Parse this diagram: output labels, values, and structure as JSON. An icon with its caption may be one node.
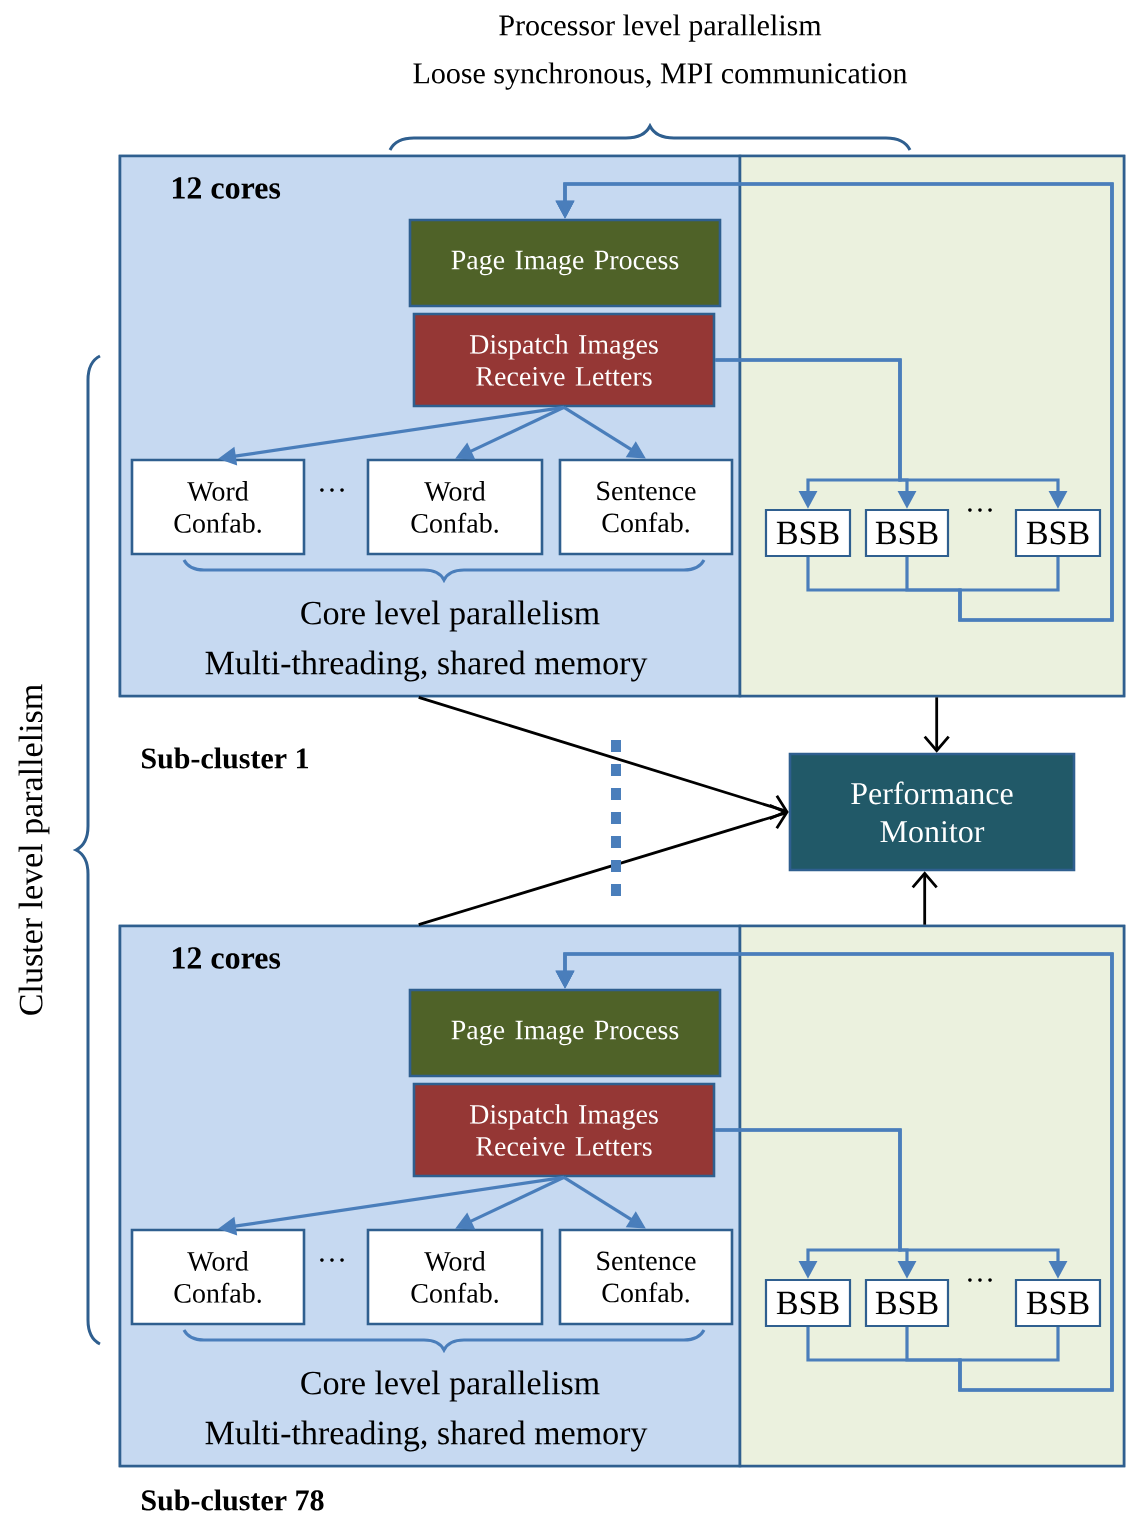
{
  "diagram": {
    "nodes": [
      {
        "text": [
          "Sub-cluster 1"
        ]
      },
      {
        "text": [
          "12 cores"
        ],
        "in": 0
      },
      {
        "text": [],
        "shape": "box",
        "in": 0
      },
      {
        "text": [
          "Page Image Process"
        ],
        "in": 1
      },
      {
        "text": [
          "Dispatch Images Receive Letters"
        ],
        "in": 1
      },
      {
        "text": [
          "Word Confab."
        ],
        "in": 1
      },
      {
        "text": [
          "Word Confab."
        ],
        "in": 1
      },
      {
        "text": [
          "Sentence Confab."
        ],
        "in": 1
      },
      {
        "text": [
          "BSB"
        ],
        "in": 2
      },
      {
        "text": [
          "BSB"
        ],
        "in": 2
      },
      {
        "text": [
          "BSB"
        ],
        "in": 2
      },
      {
        "text": [
          "Performance Monitor"
        ]
      },
      {
        "text": [
          "Sub-cluster 78"
        ]
      },
      {
        "text": [
          "12 cores"
        ],
        "in": 12
      },
      {
        "text": [],
        "shape": "box",
        "in": 12
      },
      {
        "text": [
          "Page Image Process"
        ],
        "in": 13
      },
      {
        "text": [
          "Dispatch Images Receive Letters"
        ],
        "in": 13
      },
      {
        "text": [
          "Word Confab."
        ],
        "in": 13
      },
      {
        "text": [
          "Word Confab."
        ],
        "in": 13
      },
      {
        "text": [
          "Sentence Confab."
        ],
        "in": 13
      },
      {
        "text": [
          "BSB"
        ],
        "in": 14
      },
      {
        "text": [
          "BSB"
        ],
        "in": 14
      },
      {
        "text": [
          "BSB"
        ],
        "in": 14
      }
    ],
    "edges": [
      {
        "from": 4,
        "to": 5,
        "arrow": "to"
      },
      {
        "from": 4,
        "to": 6,
        "arrow": "to"
      },
      {
        "from": 4,
        "to": 7,
        "arrow": "to"
      },
      {
        "from": 4,
        "to": 8,
        "arrow": "to"
      },
      {
        "from": 4,
        "to": 9,
        "arrow": "to"
      },
      {
        "from": 4,
        "to": 10,
        "arrow": "to"
      },
      {
        "from": 8,
        "to": 3,
        "arrow": "to"
      },
      {
        "from": 9,
        "to": 3,
        "arrow": "to"
      },
      {
        "from": 10,
        "to": 3,
        "arrow": "to"
      },
      {
        "from": 0,
        "to": 11,
        "arrow": "to",
        "color": "#000000"
      },
      {
        "from": 2,
        "to": 11,
        "arrow": "to",
        "color": "#000000"
      },
      {
        "from": 16,
        "to": 17,
        "arrow": "to"
      },
      {
        "from": 16,
        "to": 18,
        "arrow": "to"
      },
      {
        "from": 16,
        "to": 19,
        "arrow": "to"
      },
      {
        "from": 16,
        "to": 20,
        "arrow": "to"
      },
      {
        "from": 16,
        "to": 21,
        "arrow": "to"
      },
      {
        "from": 16,
        "to": 22,
        "arrow": "to"
      },
      {
        "from": 20,
        "to": 15,
        "arrow": "to"
      },
      {
        "from": 21,
        "to": 15,
        "arrow": "to"
      },
      {
        "from": 22,
        "to": 15,
        "arrow": "to"
      },
      {
        "from": 12,
        "to": 11,
        "arrow": "to",
        "color": "#000000"
      },
      {
        "from": 14,
        "to": 11,
        "arrow": "to",
        "color": "#000000"
      }
    ],
    "labels": [
      "Processor level parallelism",
      "Loose synchronous, MPI communication",
      "…",
      "…",
      "Core level parallelism",
      "Multi-threading, shared memory",
      "Cluster level parallelism",
      "…",
      "…",
      "Core level parallelism",
      "Multi-threading, shared memory"
    ]
  }
}
